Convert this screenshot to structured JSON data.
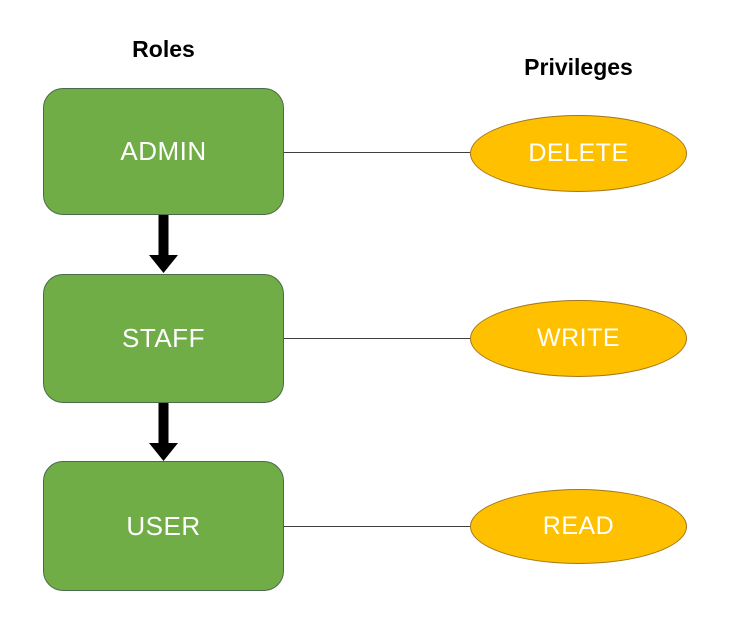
{
  "headings": {
    "roles": "Roles",
    "privileges": "Privileges"
  },
  "roles": [
    {
      "label": "ADMIN"
    },
    {
      "label": "STAFF"
    },
    {
      "label": "USER"
    }
  ],
  "privileges": [
    {
      "label": "DELETE"
    },
    {
      "label": "WRITE"
    },
    {
      "label": "READ"
    }
  ],
  "diagram": {
    "type": "role-privilege-mapping",
    "role_to_privilege_links": [
      {
        "from": "ADMIN",
        "to": "DELETE"
      },
      {
        "from": "STAFF",
        "to": "WRITE"
      },
      {
        "from": "USER",
        "to": "READ"
      }
    ],
    "role_hierarchy_arrows": [
      {
        "from": "ADMIN",
        "to": "STAFF",
        "direction": "down"
      },
      {
        "from": "STAFF",
        "to": "USER",
        "direction": "down"
      }
    ]
  },
  "colors": {
    "background": "#FFFFFF",
    "role_fill": "#70AD47",
    "role_border": "#4A6B47",
    "privilege_fill": "#FFC000",
    "privilege_border": "#A3761C",
    "node_text": "#FFFFFF",
    "heading_text": "#000000",
    "connector_line": "#404040",
    "arrow": "#000000"
  }
}
